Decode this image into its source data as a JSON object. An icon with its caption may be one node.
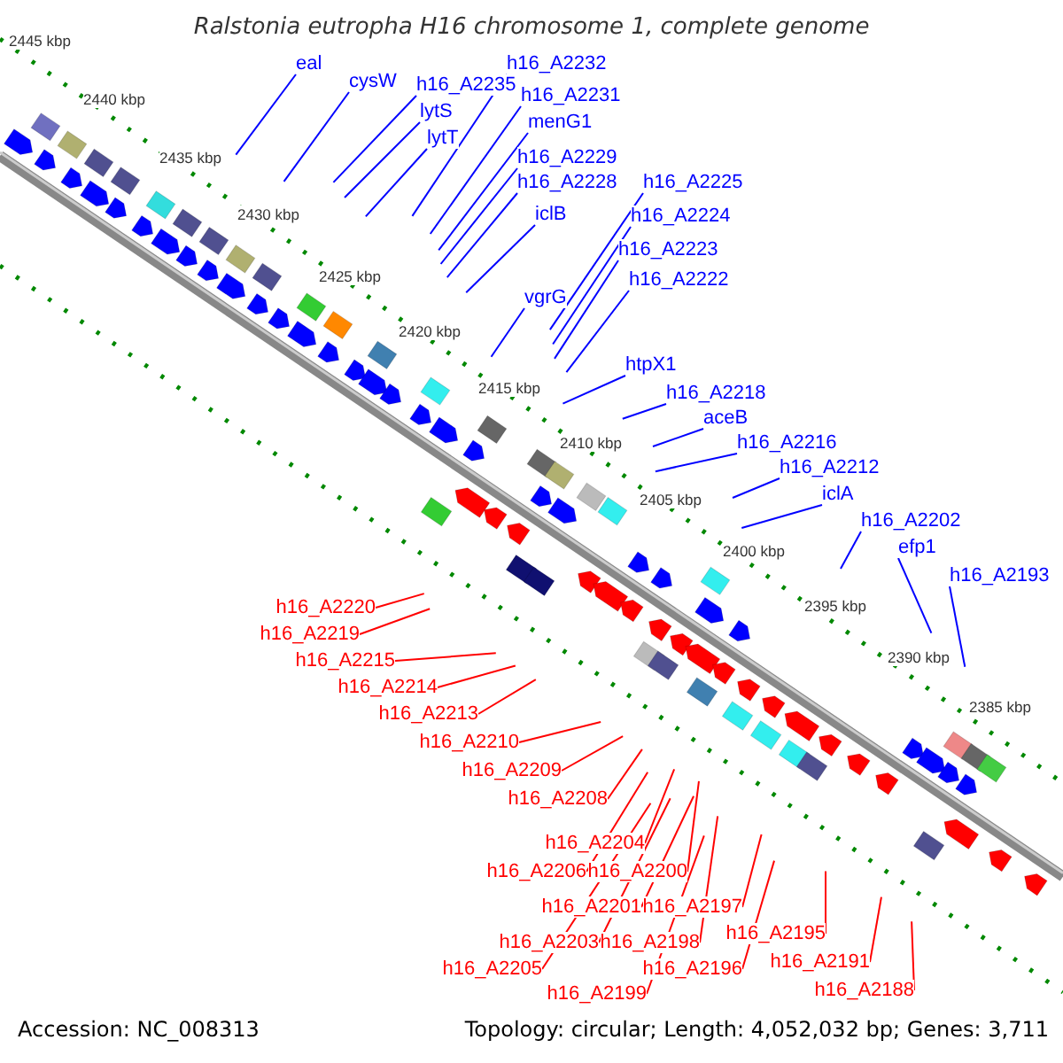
{
  "diagram": {
    "title": "Ralstonia eutropha H16 chromosome 1, complete genome",
    "nodes": [
      {
        "text": [
          "eal"
        ]
      },
      {
        "text": [
          "cysW"
        ]
      },
      {
        "text": [
          "h16_A2235"
        ]
      },
      {
        "text": [
          "lytS"
        ]
      },
      {
        "text": [
          "lytT"
        ]
      },
      {
        "text": [
          "h16_A2232"
        ]
      },
      {
        "text": [
          "h16_A2231"
        ]
      },
      {
        "text": [
          "menG1"
        ]
      },
      {
        "text": [
          "h16_A2229"
        ]
      },
      {
        "text": [
          "h16_A2228"
        ]
      },
      {
        "text": [
          "iclB"
        ]
      },
      {
        "text": [
          "vgrG"
        ]
      },
      {
        "text": [
          "h16_A2225"
        ]
      },
      {
        "text": [
          "h16_A2224"
        ]
      },
      {
        "text": [
          "h16_A2223"
        ]
      },
      {
        "text": [
          "h16_A2222"
        ]
      },
      {
        "text": [
          "htpX1"
        ]
      },
      {
        "text": [
          "h16_A2218"
        ]
      },
      {
        "text": [
          "aceB"
        ]
      },
      {
        "text": [
          "h16_A2216"
        ]
      },
      {
        "text": [
          "h16_A2212"
        ]
      },
      {
        "text": [
          "iclA"
        ]
      },
      {
        "text": [
          "h16_A2202"
        ]
      },
      {
        "text": [
          "efp1"
        ]
      },
      {
        "text": [
          "h16_A2193"
        ]
      },
      {
        "text": [
          "h16_A2220"
        ]
      },
      {
        "text": [
          "h16_A2219"
        ]
      },
      {
        "text": [
          "h16_A2215"
        ]
      },
      {
        "text": [
          "h16_A2214"
        ]
      },
      {
        "text": [
          "h16_A2213"
        ]
      },
      {
        "text": [
          "h16_A2210"
        ]
      },
      {
        "text": [
          "h16_A2209"
        ]
      },
      {
        "text": [
          "h16_A2208"
        ]
      },
      {
        "text": [
          "h16_A2204"
        ]
      },
      {
        "text": [
          "h16_A2206"
        ]
      },
      {
        "text": [
          "h16_A2200"
        ]
      },
      {
        "text": [
          "h16_A2201"
        ]
      },
      {
        "text": [
          "h16_A2197"
        ]
      },
      {
        "text": [
          "h16_A2203"
        ]
      },
      {
        "text": [
          "h16_A2198"
        ]
      },
      {
        "text": [
          "h16_A2205"
        ]
      },
      {
        "text": [
          "h16_A2196"
        ]
      },
      {
        "text": [
          "h16_A2199"
        ]
      },
      {
        "text": [
          "h16_A2195"
        ]
      },
      {
        "text": [
          "h16_A2191"
        ]
      },
      {
        "text": [
          "h16_A2188"
        ]
      }
    ],
    "edges": [
      {
        "from": 0,
        "to": null,
        "arrow": "none"
      },
      {
        "from": 1,
        "to": null,
        "arrow": "none"
      },
      {
        "from": 2,
        "to": null,
        "arrow": "none"
      },
      {
        "from": 3,
        "to": null,
        "arrow": "none"
      },
      {
        "from": 4,
        "to": null,
        "arrow": "none"
      },
      {
        "from": 5,
        "to": null,
        "arrow": "none"
      },
      {
        "from": 6,
        "to": null,
        "arrow": "none"
      },
      {
        "from": 7,
        "to": null,
        "arrow": "none"
      },
      {
        "from": 8,
        "to": null,
        "arrow": "none"
      },
      {
        "from": 9,
        "to": null,
        "arrow": "none"
      },
      {
        "from": 10,
        "to": null,
        "arrow": "none"
      },
      {
        "from": 11,
        "to": null,
        "arrow": "none"
      },
      {
        "from": 12,
        "to": null,
        "arrow": "none"
      },
      {
        "from": 13,
        "to": null,
        "arrow": "none"
      },
      {
        "from": 14,
        "to": null,
        "arrow": "none"
      },
      {
        "from": 15,
        "to": null,
        "arrow": "none"
      },
      {
        "from": 16,
        "to": null,
        "arrow": "none"
      },
      {
        "from": 17,
        "to": null,
        "arrow": "none"
      },
      {
        "from": 18,
        "to": null,
        "arrow": "none"
      },
      {
        "from": 19,
        "to": null,
        "arrow": "none"
      },
      {
        "from": 20,
        "to": null,
        "arrow": "none"
      },
      {
        "from": 21,
        "to": null,
        "arrow": "none"
      },
      {
        "from": 22,
        "to": null,
        "arrow": "none"
      },
      {
        "from": 23,
        "to": null,
        "arrow": "none"
      },
      {
        "from": 24,
        "to": null,
        "arrow": "none"
      },
      {
        "from": 25,
        "to": null,
        "arrow": "none",
        "color": "#ff0000"
      },
      {
        "from": 26,
        "to": null,
        "arrow": "none",
        "color": "#ff0000"
      },
      {
        "from": 27,
        "to": null,
        "arrow": "none",
        "color": "#ff0000"
      },
      {
        "from": 28,
        "to": null,
        "arrow": "none",
        "color": "#ff0000"
      },
      {
        "from": 29,
        "to": null,
        "arrow": "none",
        "color": "#ff0000"
      },
      {
        "from": 30,
        "to": null,
        "arrow": "none",
        "color": "#ff0000"
      },
      {
        "from": 31,
        "to": null,
        "arrow": "none",
        "color": "#ff0000"
      },
      {
        "from": 32,
        "to": null,
        "arrow": "none",
        "color": "#ff0000"
      },
      {
        "from": 33,
        "to": null,
        "arrow": "none",
        "color": "#ff0000"
      },
      {
        "from": 34,
        "to": null,
        "arrow": "none",
        "color": "#ff0000"
      },
      {
        "from": 35,
        "to": null,
        "arrow": "none",
        "color": "#ff0000"
      },
      {
        "from": 36,
        "to": null,
        "arrow": "none",
        "color": "#ff0000"
      },
      {
        "from": 37,
        "to": null,
        "arrow": "none",
        "color": "#ff0000"
      },
      {
        "from": 38,
        "to": null,
        "arrow": "none",
        "color": "#ff0000"
      },
      {
        "from": 39,
        "to": null,
        "arrow": "none",
        "color": "#ff0000"
      },
      {
        "from": 40,
        "to": null,
        "arrow": "none",
        "color": "#ff0000"
      },
      {
        "from": 41,
        "to": null,
        "arrow": "none",
        "color": "#ff0000"
      },
      {
        "from": 42,
        "to": null,
        "arrow": "none",
        "color": "#ff0000"
      },
      {
        "from": 43,
        "to": null,
        "arrow": "none",
        "color": "#ff0000"
      },
      {
        "from": 44,
        "to": null,
        "arrow": "none",
        "color": "#ff0000"
      },
      {
        "from": 45,
        "to": null,
        "arrow": "none",
        "color": "#ff0000"
      }
    ],
    "labels": [
      "2445 kbp",
      "2440 kbp",
      "2435 kbp",
      "2430 kbp",
      "2425 kbp",
      "2420 kbp",
      "2415 kbp",
      "2410 kbp",
      "2405 kbp",
      "2400 kbp",
      "2395 kbp",
      "2390 kbp",
      "2385 kbp",
      "Accession: NC_008313",
      "Topology: circular; Length: 4,052,032 bp; Genes: 3,711"
    ]
  }
}
